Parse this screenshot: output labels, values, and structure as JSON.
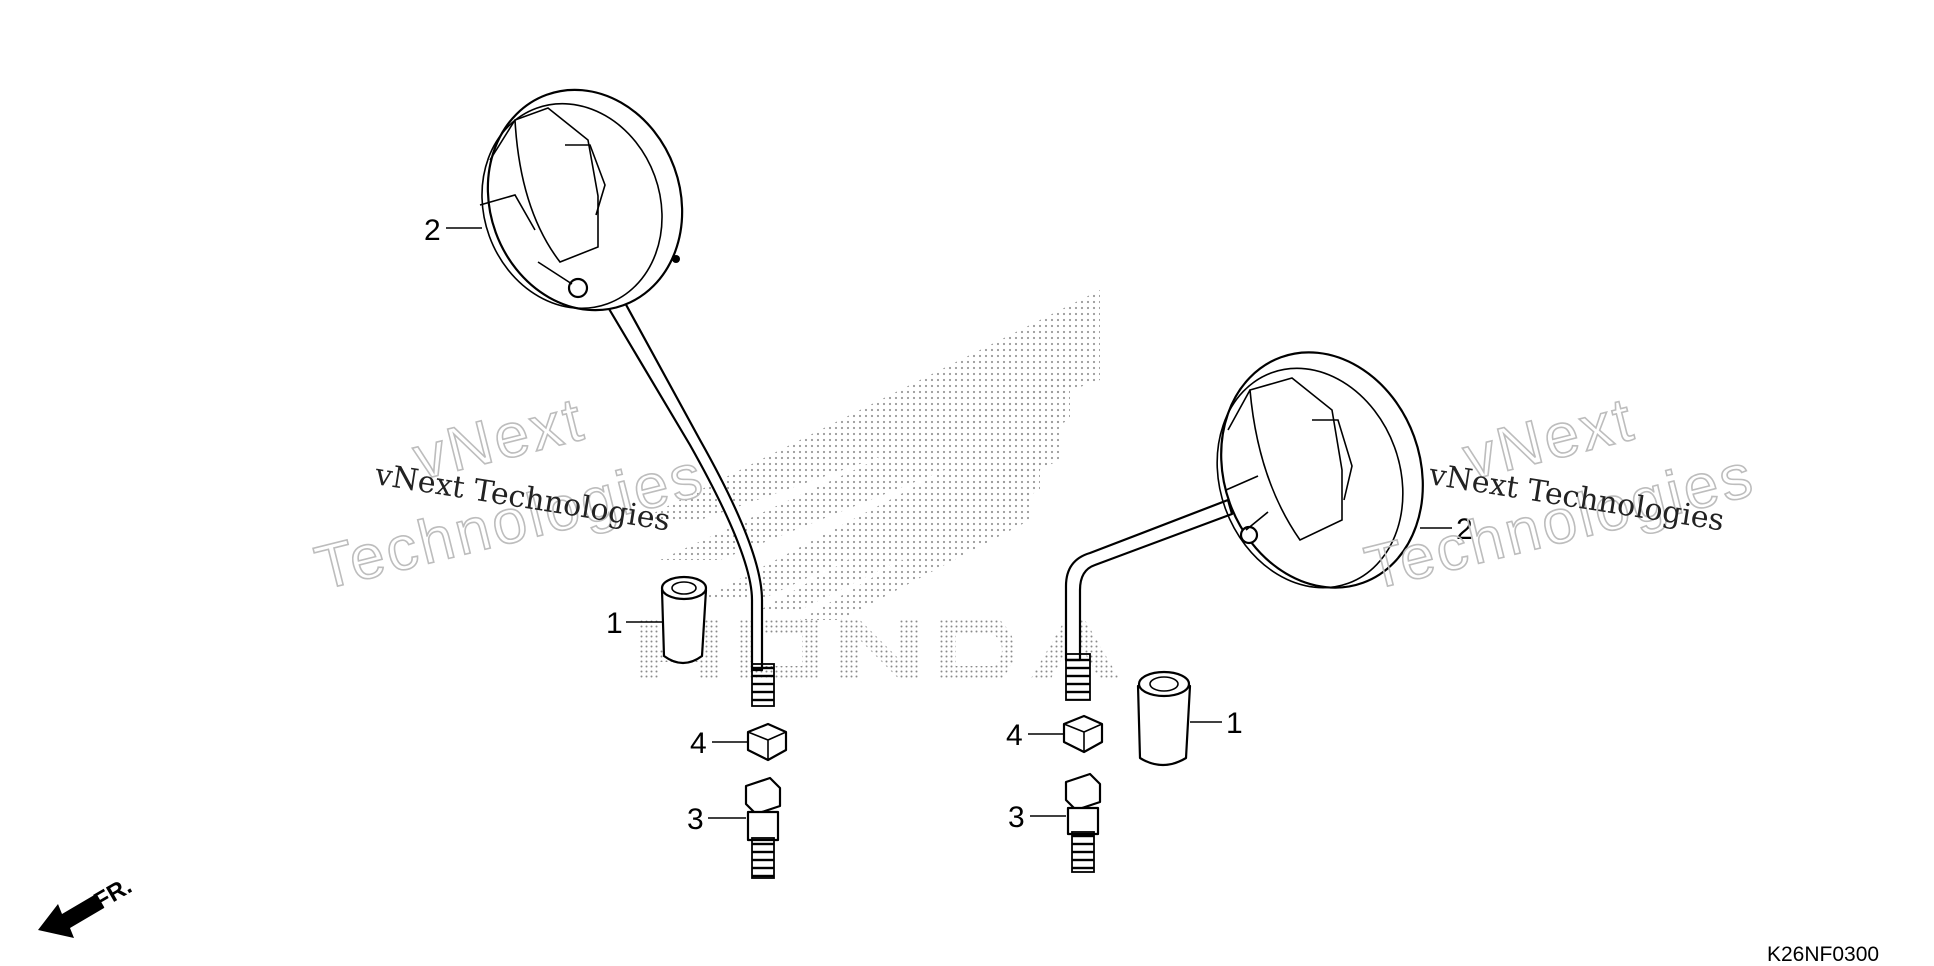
{
  "callouts": {
    "left_mirror": "2",
    "left_cover": "1",
    "left_nut": "4",
    "left_adapter": "3",
    "right_mirror": "2",
    "right_cover": "1",
    "right_nut": "4",
    "right_adapter": "3"
  },
  "watermark": {
    "small_text": "vNext Technologies",
    "big_line1": "vNext",
    "big_line2": "Technologies",
    "logo_name": "honda-wing-logo"
  },
  "direction": {
    "label": "FR.",
    "icon": "front-arrow-icon"
  },
  "diagram_code": "K26NF0300"
}
